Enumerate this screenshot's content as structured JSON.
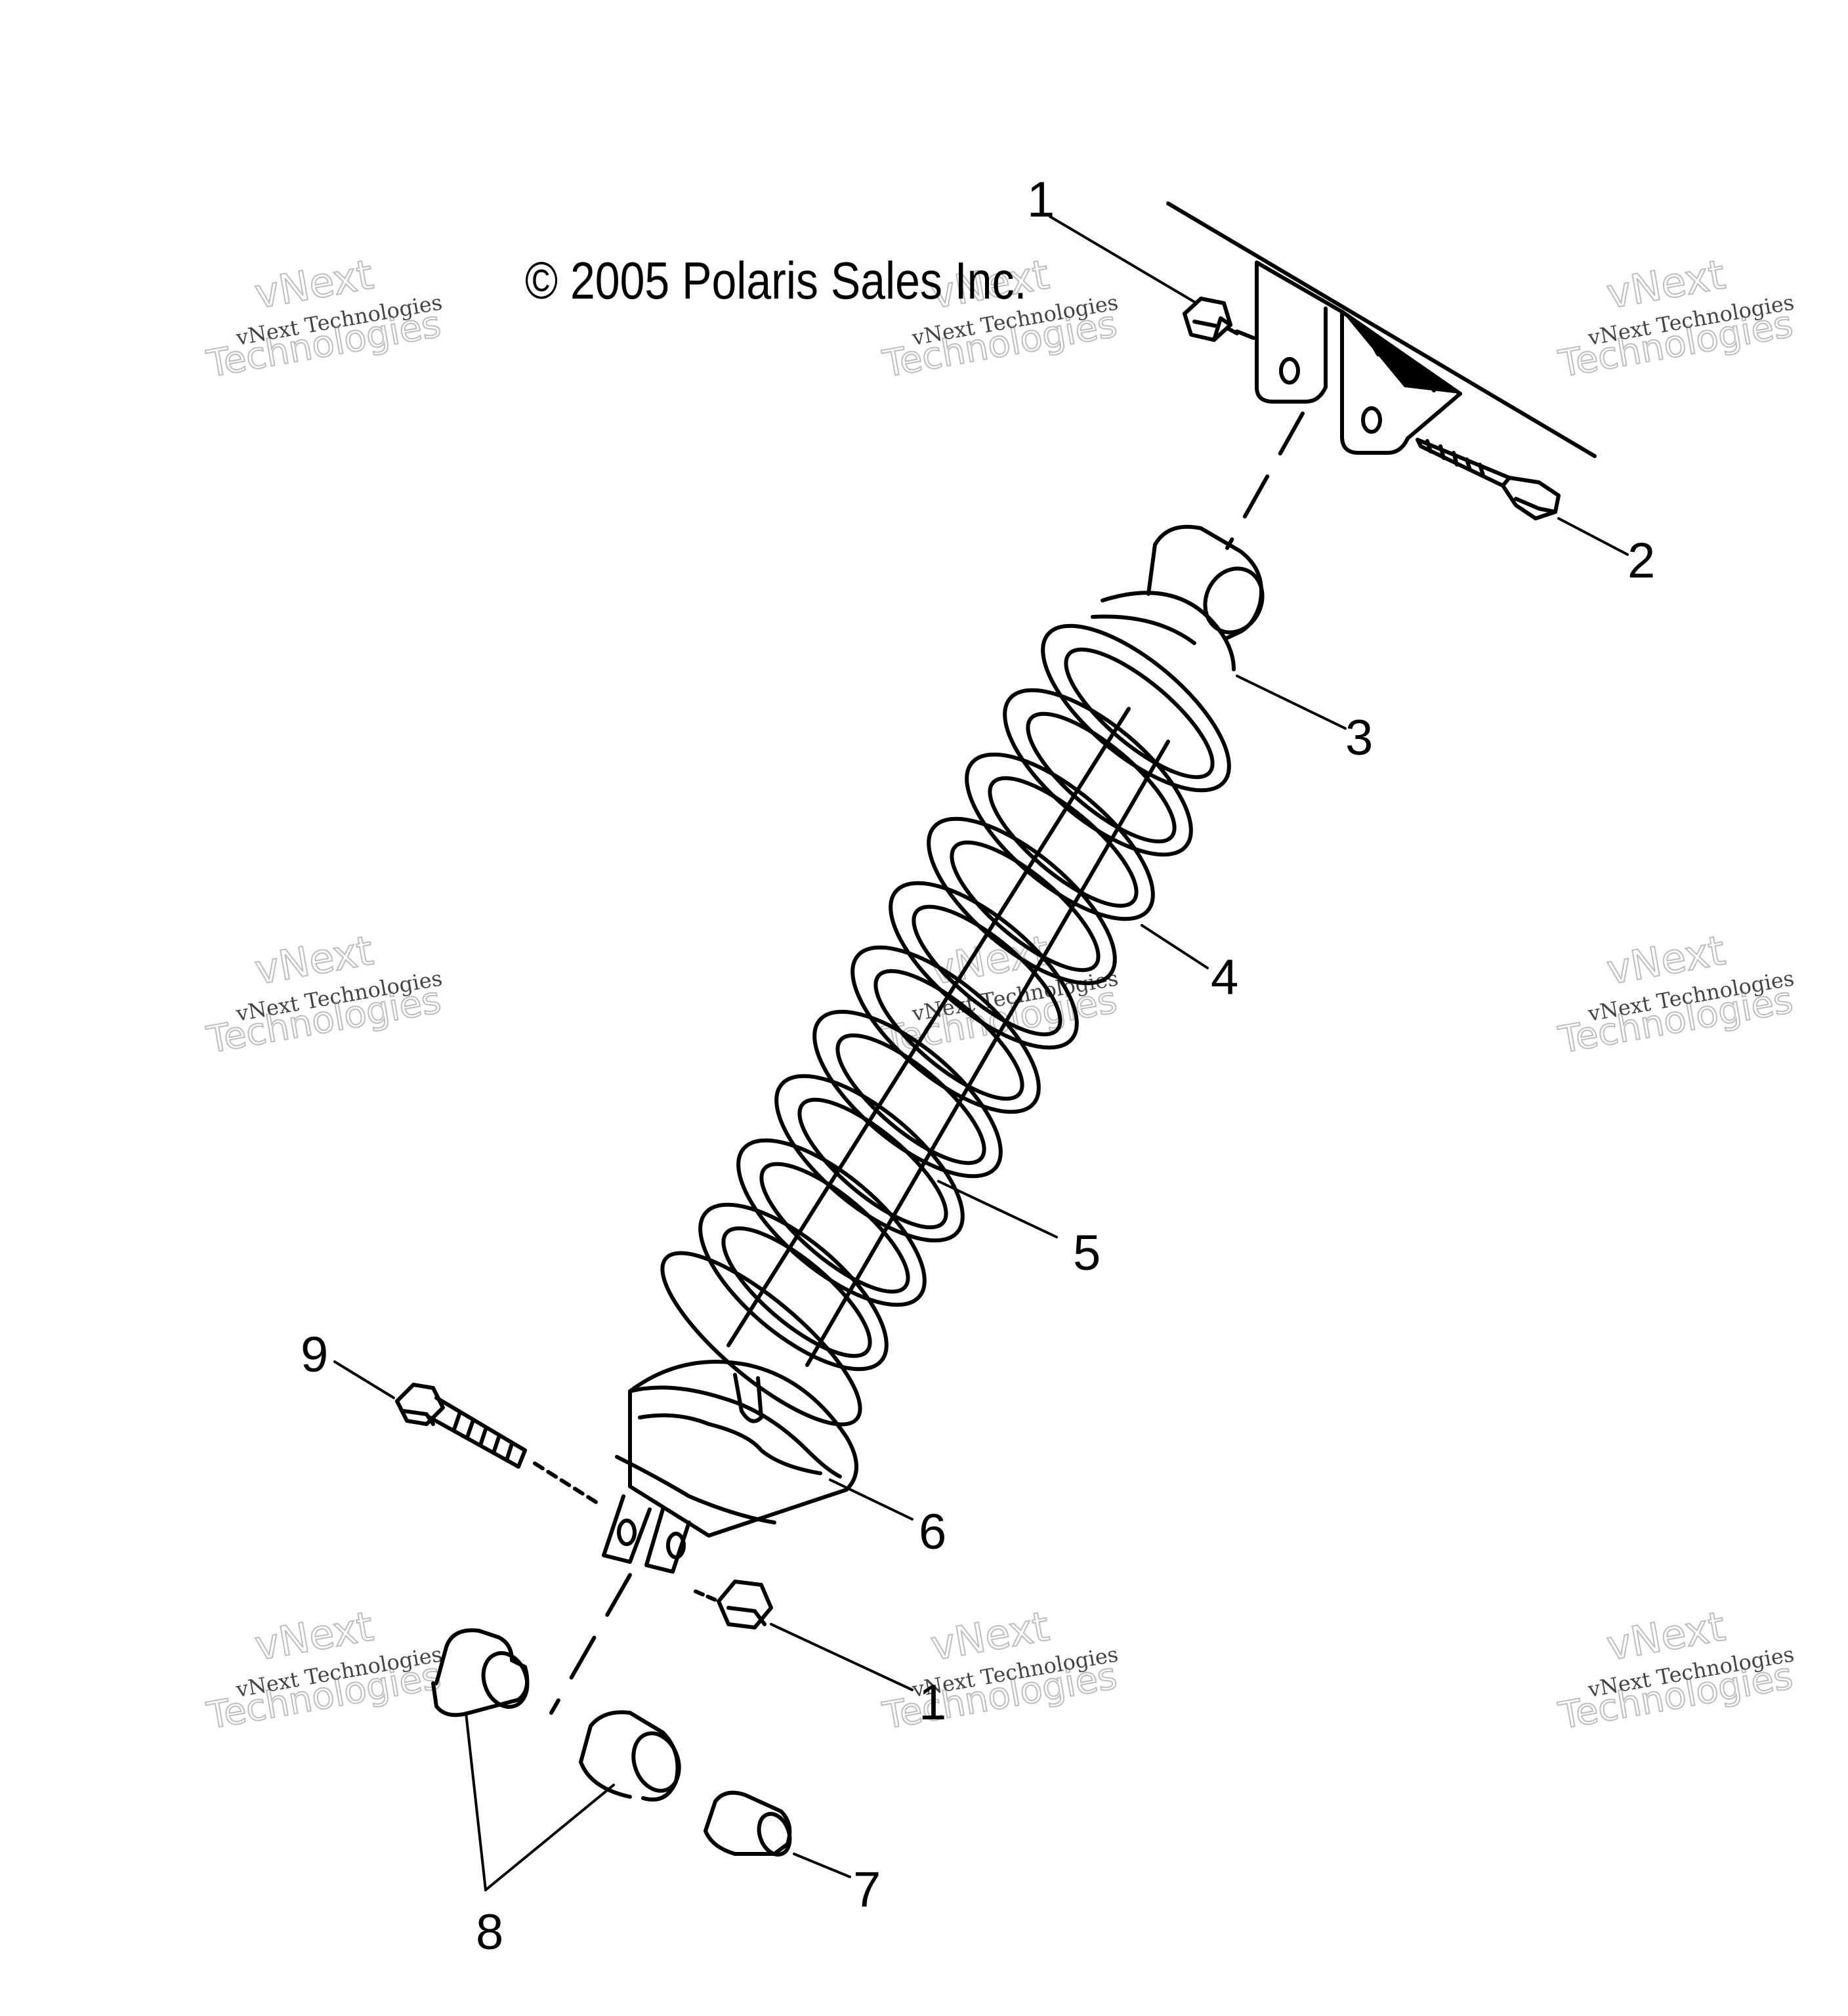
{
  "diagram": {
    "copyright": "© 2005 Polaris Sales Inc.",
    "callouts": [
      "1",
      "2",
      "3",
      "4",
      "5",
      "6",
      "1",
      "7",
      "8",
      "9"
    ],
    "watermark": {
      "line1": "vNext Technologies",
      "line2": "vNext",
      "line3": "Technologies"
    }
  }
}
